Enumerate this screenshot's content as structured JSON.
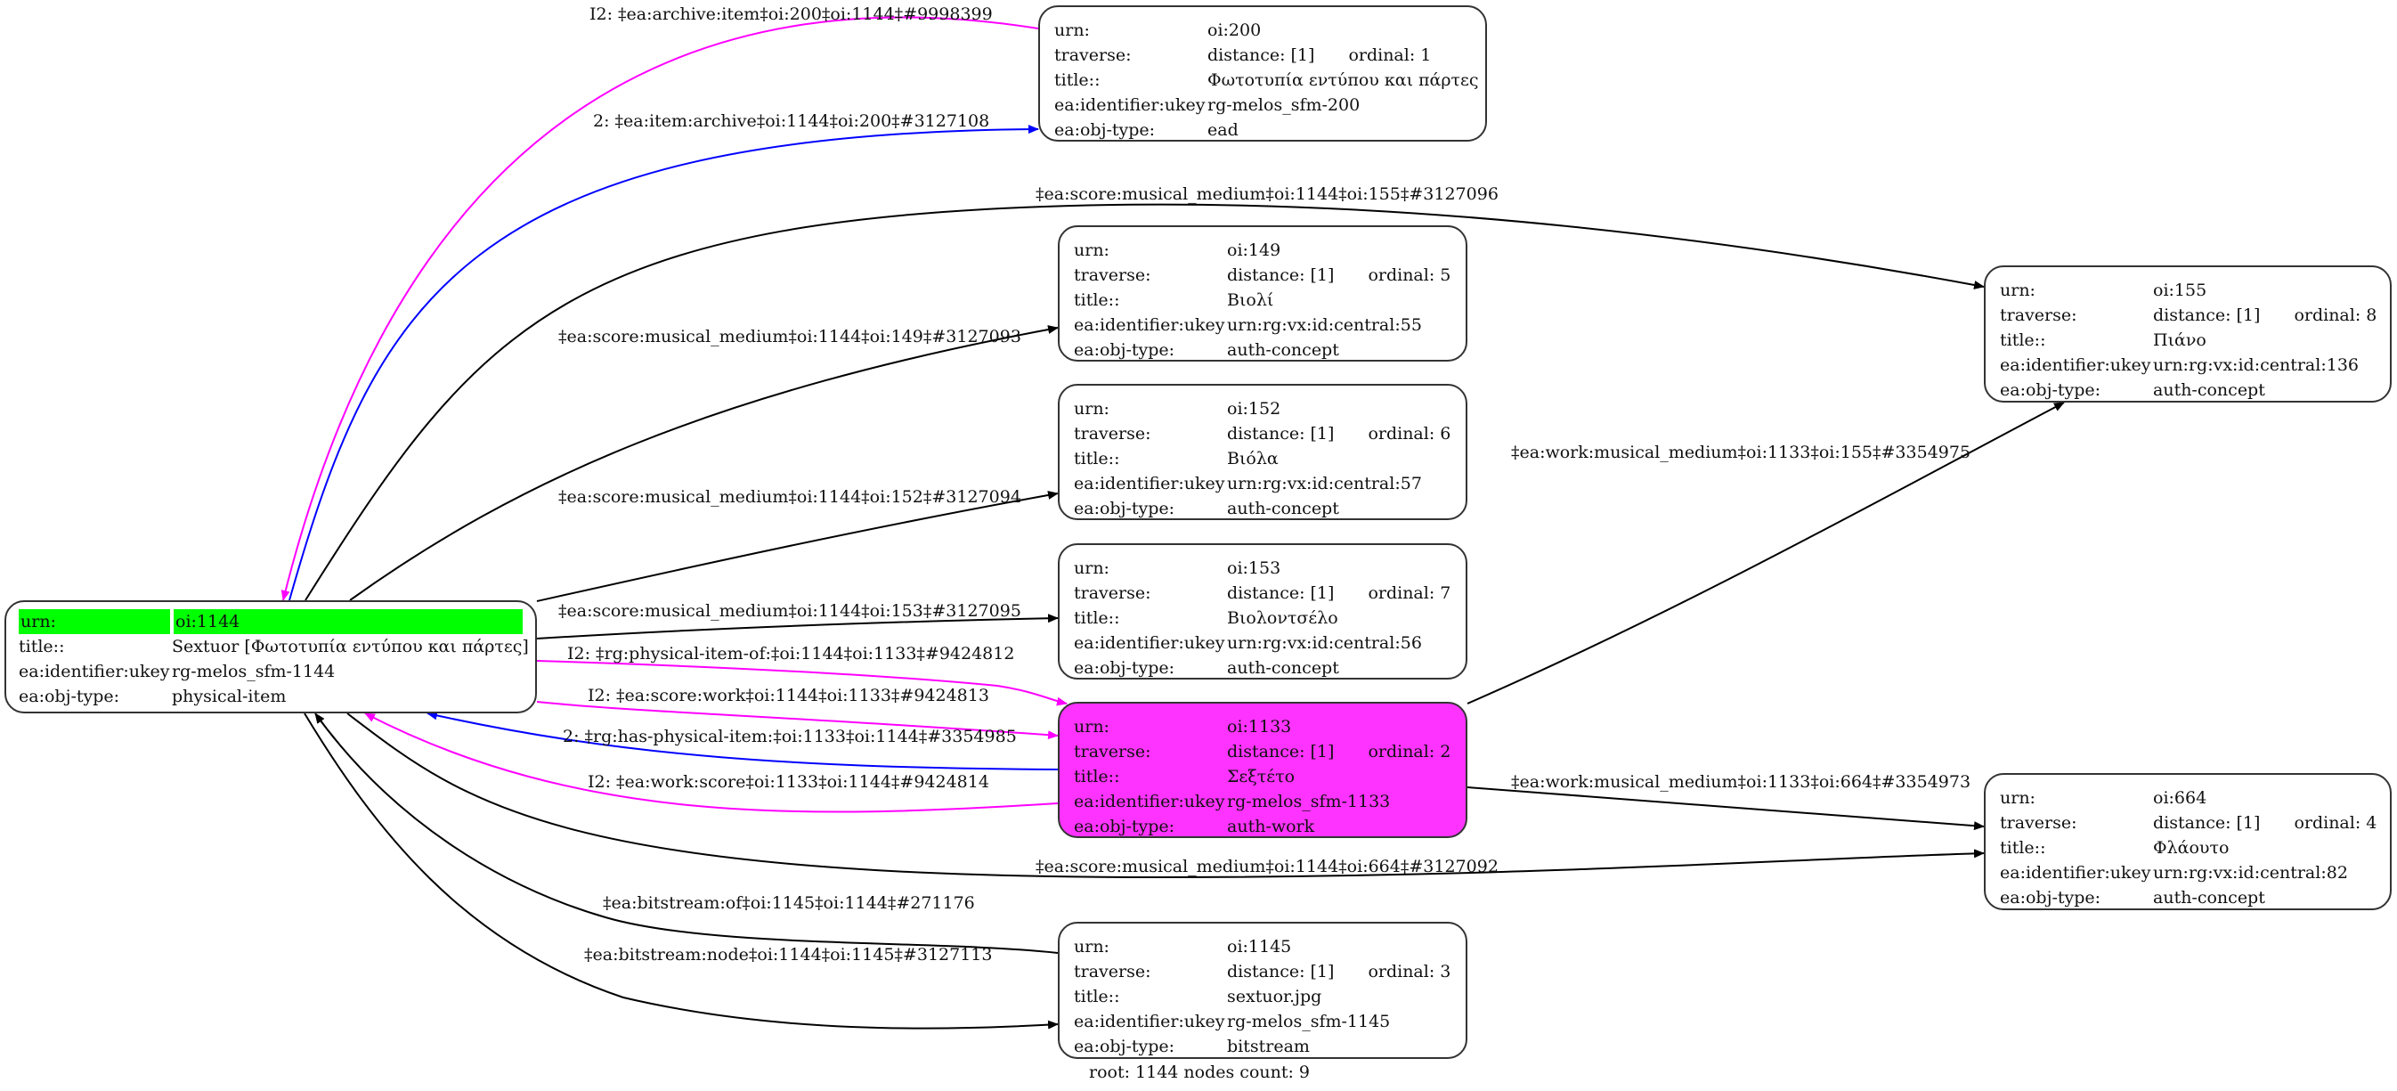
{
  "colors": {
    "root_highlight": "#00ff00",
    "selected_node": "#ff33ff",
    "edge_default": "#000000",
    "edge_inverse": "#ff00ff",
    "edge_blue": "#0000ff"
  },
  "keys": {
    "urn": "urn:",
    "traverse": "traverse:",
    "title": "title::",
    "ukey": "ea:identifier:ukey",
    "objtype": "ea:obj-type:"
  },
  "root": {
    "urn": "oi:1144",
    "title": "Sextuor [Φωτοτυπία εντύπου και πάρτες]",
    "ukey": "rg-melos_sfm-1144",
    "objtype": "physical-item"
  },
  "nodes": {
    "n200": {
      "urn": "oi:200",
      "distance": "distance: [1]",
      "ordinal": "ordinal: 1",
      "title": "Φωτοτυπία εντύπου και πάρτες",
      "ukey": "rg-melos_sfm-200",
      "objtype": "ead"
    },
    "n149": {
      "urn": "oi:149",
      "distance": "distance: [1]",
      "ordinal": "ordinal: 5",
      "title": "Βιολί",
      "ukey": "urn:rg:vx:id:central:55",
      "objtype": "auth-concept"
    },
    "n152": {
      "urn": "oi:152",
      "distance": "distance: [1]",
      "ordinal": "ordinal: 6",
      "title": "Βιόλα",
      "ukey": "urn:rg:vx:id:central:57",
      "objtype": "auth-concept"
    },
    "n153": {
      "urn": "oi:153",
      "distance": "distance: [1]",
      "ordinal": "ordinal: 7",
      "title": "Βιολοντσέλο",
      "ukey": "urn:rg:vx:id:central:56",
      "objtype": "auth-concept"
    },
    "n1133": {
      "urn": "oi:1133",
      "distance": "distance: [1]",
      "ordinal": "ordinal: 2",
      "title": "Σεξτέτο",
      "ukey": "rg-melos_sfm-1133",
      "objtype": "auth-work"
    },
    "n1145": {
      "urn": "oi:1145",
      "distance": "distance: [1]",
      "ordinal": "ordinal: 3",
      "title": "sextuor.jpg",
      "ukey": "rg-melos_sfm-1145",
      "objtype": "bitstream"
    },
    "n155": {
      "urn": "oi:155",
      "distance": "distance: [1]",
      "ordinal": "ordinal: 8",
      "title": "Πιάνο",
      "ukey": "urn:rg:vx:id:central:136",
      "objtype": "auth-concept"
    },
    "n664": {
      "urn": "oi:664",
      "distance": "distance: [1]",
      "ordinal": "ordinal: 4",
      "title": "Φλάουτο",
      "ukey": "urn:rg:vx:id:central:82",
      "objtype": "auth-concept"
    }
  },
  "edges": [
    {
      "id": "e1",
      "label": "I2: ‡ea:archive:item‡oi:200‡oi:1144‡#9998399",
      "color": "magenta",
      "from": "oi:200",
      "to": "oi:1144"
    },
    {
      "id": "e2",
      "label": "2: ‡ea:item:archive‡oi:1144‡oi:200‡#3127108",
      "color": "blue",
      "from": "oi:1144",
      "to": "oi:200"
    },
    {
      "id": "e3",
      "label": "‡ea:score:musical_medium‡oi:1144‡oi:155‡#3127096",
      "color": "black",
      "from": "oi:1144",
      "to": "oi:155"
    },
    {
      "id": "e4",
      "label": "‡ea:score:musical_medium‡oi:1144‡oi:149‡#3127093",
      "color": "black",
      "from": "oi:1144",
      "to": "oi:149"
    },
    {
      "id": "e5",
      "label": "‡ea:score:musical_medium‡oi:1144‡oi:152‡#3127094",
      "color": "black",
      "from": "oi:1144",
      "to": "oi:152"
    },
    {
      "id": "e6",
      "label": "‡ea:score:musical_medium‡oi:1144‡oi:153‡#3127095",
      "color": "black",
      "from": "oi:1144",
      "to": "oi:153"
    },
    {
      "id": "e7",
      "label": "I2: ‡rg:physical-item-of:‡oi:1144‡oi:1133‡#9424812",
      "color": "magenta",
      "from": "oi:1144",
      "to": "oi:1133"
    },
    {
      "id": "e8",
      "label": "I2: ‡ea:score:work‡oi:1144‡oi:1133‡#9424813",
      "color": "magenta",
      "from": "oi:1144",
      "to": "oi:1133"
    },
    {
      "id": "e9",
      "label": "2: ‡rg:has-physical-item:‡oi:1133‡oi:1144‡#3354985",
      "color": "blue",
      "from": "oi:1133",
      "to": "oi:1144"
    },
    {
      "id": "e10",
      "label": "I2: ‡ea:work:score‡oi:1133‡oi:1144‡#9424814",
      "color": "magenta",
      "from": "oi:1133",
      "to": "oi:1144"
    },
    {
      "id": "e11",
      "label": "‡ea:work:musical_medium‡oi:1133‡oi:155‡#3354975",
      "color": "black",
      "from": "oi:1133",
      "to": "oi:155"
    },
    {
      "id": "e12",
      "label": "‡ea:work:musical_medium‡oi:1133‡oi:664‡#3354973",
      "color": "black",
      "from": "oi:1133",
      "to": "oi:664"
    },
    {
      "id": "e13",
      "label": "‡ea:score:musical_medium‡oi:1144‡oi:664‡#3127092",
      "color": "black",
      "from": "oi:1144",
      "to": "oi:664"
    },
    {
      "id": "e14",
      "label": "‡ea:bitstream:of‡oi:1145‡oi:1144‡#271176",
      "color": "black",
      "from": "oi:1145",
      "to": "oi:1144"
    },
    {
      "id": "e15",
      "label": "‡ea:bitstream:node‡oi:1144‡oi:1145‡#3127113",
      "color": "black",
      "from": "oi:1144",
      "to": "oi:1145"
    }
  ],
  "footer": "root: 1144 nodes count: 9"
}
